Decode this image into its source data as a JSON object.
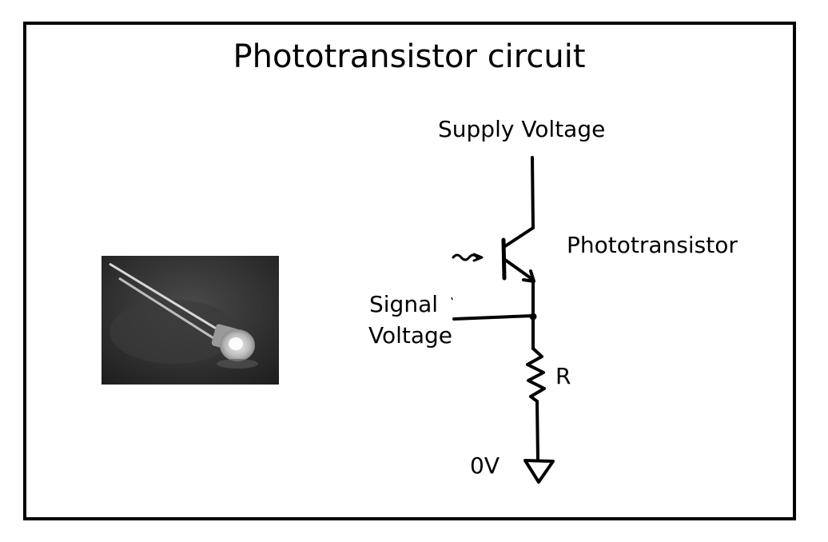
{
  "title": "Phototransistor circuit",
  "labels": {
    "supply": "Supply Voltage",
    "phototransistor": "Phototransistor",
    "signal_line1": "Signal",
    "signal_line2": "Voltage",
    "resistor": "R",
    "ground": "0V"
  },
  "colors": {
    "ink": "#000000",
    "background": "#ffffff",
    "photo_background": "#2a2a2a"
  },
  "icons": {
    "photo": "phototransistor-component-photo",
    "light": "light-squiggle-icon",
    "ground": "ground-symbol-icon"
  }
}
